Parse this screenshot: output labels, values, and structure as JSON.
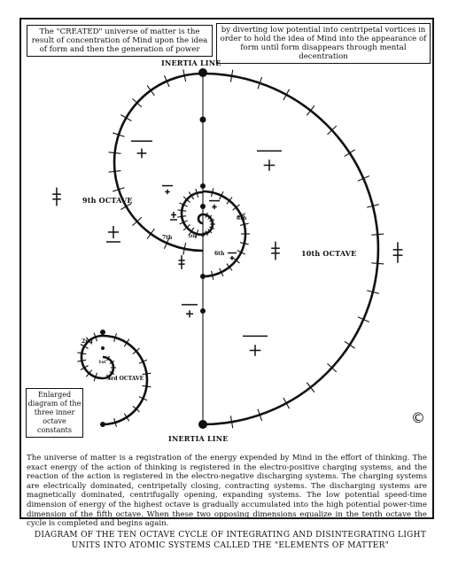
{
  "header": {
    "left_text": "The \"CREATED\" universe of matter is the result of concentration of Mind upon the idea of form and then the generation of power",
    "right_text": "by diverting low potential into centripetal vortices in order to hold the idea of Mind into the appearance of form until form disappears through mental decentration"
  },
  "labels": {
    "inertia_top": "INERTIA LINE",
    "inertia_bottom": "INERTIA LINE",
    "octave_9": "9th OCTAVE",
    "octave_10": "10th OCTAVE",
    "octave_8": "8th",
    "octave_7": "7th",
    "octave_6": "6th",
    "octave_5": "5th",
    "octave_3": "3rd OCTAVE",
    "octave_2": "2nd",
    "octave_1": "1st"
  },
  "enlarged_box": "Enlarged diagram of the three inner octave constants",
  "copyright_symbol": "©",
  "bottom_text": "The universe of matter is a registration of the energy expended by Mind in the effort of thinking. The exact energy of the action of thinking is registered in the electro-positive charging systems, and the reaction of the action is registered in the electro-negative discharging systems. The charging systems are electrically dominated, centripetally closing, contracting systems. The discharging systems are magnetically dominated, centrifugally opening, expanding systems. The low potential speed-time dimension of energy of the highest octave is gradually accumulated into the high potential power-time dimension of the fifth octave. When these two opposing dimensions equalize in the tenth octave the cycle is completed and begins again.",
  "caption": "DIAGRAM OF THE TEN OCTAVE CYCLE OF INTEGRATING AND DISINTEGRATING LIGHT UNITS INTO ATOMIC SYSTEMS CALLED THE \"ELEMENTS OF MATTER\""
}
